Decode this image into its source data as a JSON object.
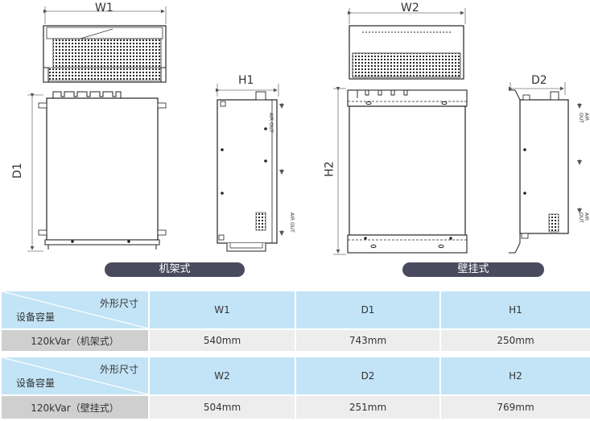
{
  "drawing": {
    "w1": "W1",
    "w2": "W2",
    "h1": "H1",
    "h2": "H2",
    "d1": "D1",
    "d2": "D2",
    "air_out": "AIR OUT",
    "label_rack": "机架式",
    "label_wall": "壁挂式"
  },
  "table": {
    "corner_top": "外形尺寸",
    "corner_bottom": "设备容量",
    "section1": {
      "headers": [
        "W1",
        "D1",
        "H1"
      ],
      "row_label": "120kVar（机架式）",
      "values": [
        "540mm",
        "743mm",
        "250mm"
      ]
    },
    "section2": {
      "headers": [
        "W2",
        "D2",
        "H2"
      ],
      "row_label": "120kVar（壁挂式）",
      "values": [
        "504mm",
        "251mm",
        "769mm"
      ]
    }
  },
  "colors": {
    "header_blue": "#c3e4f6",
    "label_gray": "#cfcfcf",
    "value_bg": "#ededed",
    "pill_bg": "#4a4a5e"
  }
}
